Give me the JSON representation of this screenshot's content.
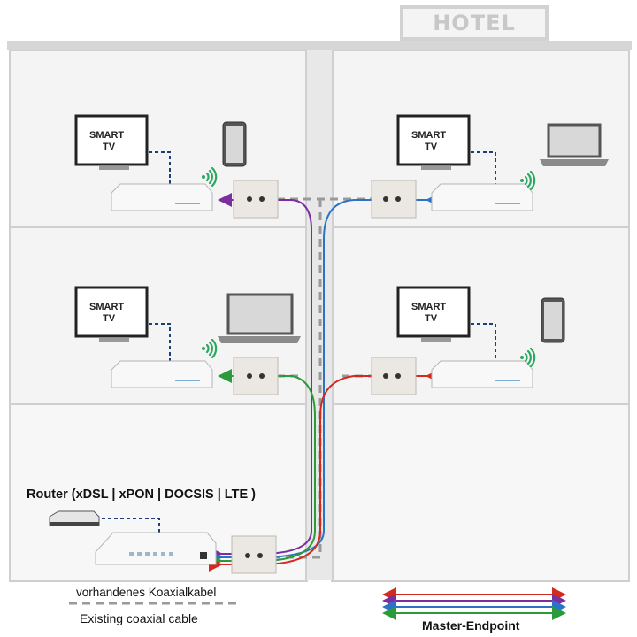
{
  "hotel_sign": "HOTEL",
  "rooms": [
    {
      "id": "top-left",
      "tv_line1": "SMART",
      "tv_line2": "TV",
      "device": "tablet"
    },
    {
      "id": "top-right",
      "tv_line1": "SMART",
      "tv_line2": "TV",
      "device": "laptop"
    },
    {
      "id": "mid-left",
      "tv_line1": "SMART",
      "tv_line2": "TV",
      "device": "laptop"
    },
    {
      "id": "mid-right",
      "tv_line1": "SMART",
      "tv_line2": "TV",
      "device": "tablet"
    }
  ],
  "router_label": "Router (xDSL | xPON | DOCSIS | LTE )",
  "coax_label_de": "vorhandenes Koaxialkabel",
  "coax_label_en": "Existing coaxial cable",
  "master_label": "Master-Endpoint",
  "colors": {
    "purple": "#7b2f9e",
    "blue": "#2b73c6",
    "green": "#2a9a3c",
    "red": "#d42a1e",
    "coax_dash": "#9a9a9a",
    "data_dash": "#1f3f7a"
  }
}
